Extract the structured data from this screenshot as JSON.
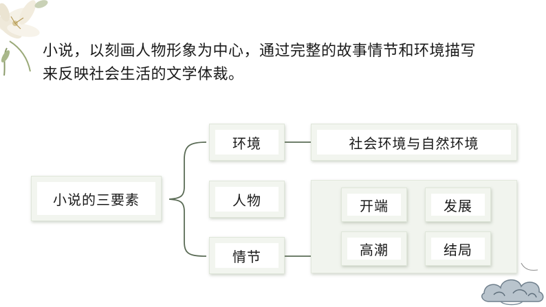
{
  "intro": {
    "line1": "小说，以刻画人物形象为中心，通过完整的故事情节和环境描写",
    "line2": "来反映社会生活的文学体裁。"
  },
  "diagram": {
    "root": "小说的三要素",
    "elements": [
      {
        "label": "环境",
        "detail": [
          "社会环境与自然环境"
        ]
      },
      {
        "label": "人物",
        "detail": []
      },
      {
        "label": "情节",
        "detail": [
          "开端",
          "发展",
          "高潮",
          "结局"
        ]
      }
    ]
  },
  "colors": {
    "box_outer": "#f2f5ef",
    "line": "#5a6b55"
  }
}
